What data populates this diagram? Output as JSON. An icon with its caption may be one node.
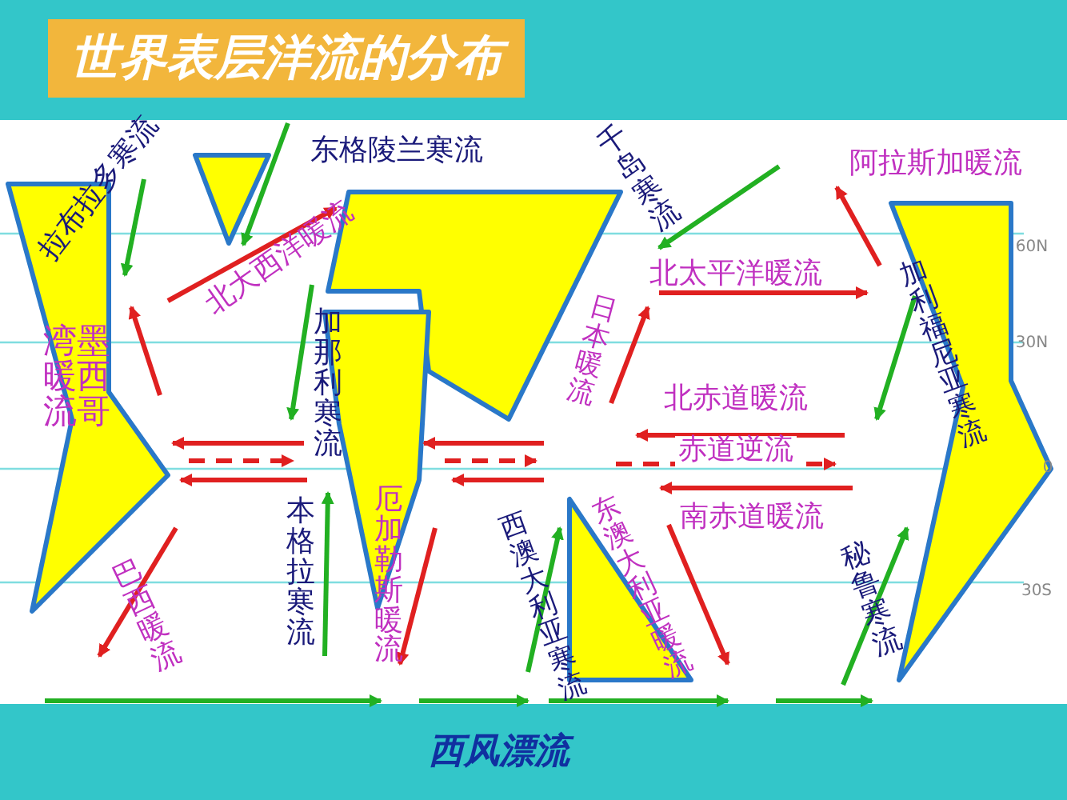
{
  "diagram": {
    "title": "世界表层洋流的分布",
    "labels": [
      "东格陵兰寒流",
      "阿拉斯加暖流",
      "千岛寒流",
      "拉布拉多寒流",
      "60N",
      "北大西洋暖流",
      "北太平洋暖流",
      "加利福尼亚寒流",
      "加那利寒流",
      "日本暖流",
      "墨西哥湾暖流",
      "30N",
      "北赤道暖流",
      "赤道逆流",
      "0",
      "南赤道暖流",
      "本格拉寒流",
      "厄加勒斯暖流",
      "西澳大利亚寒流",
      "东澳大利亚暖流",
      "秘鲁寒流",
      "巴西暖流",
      "30S",
      "西风漂流"
    ]
  }
}
